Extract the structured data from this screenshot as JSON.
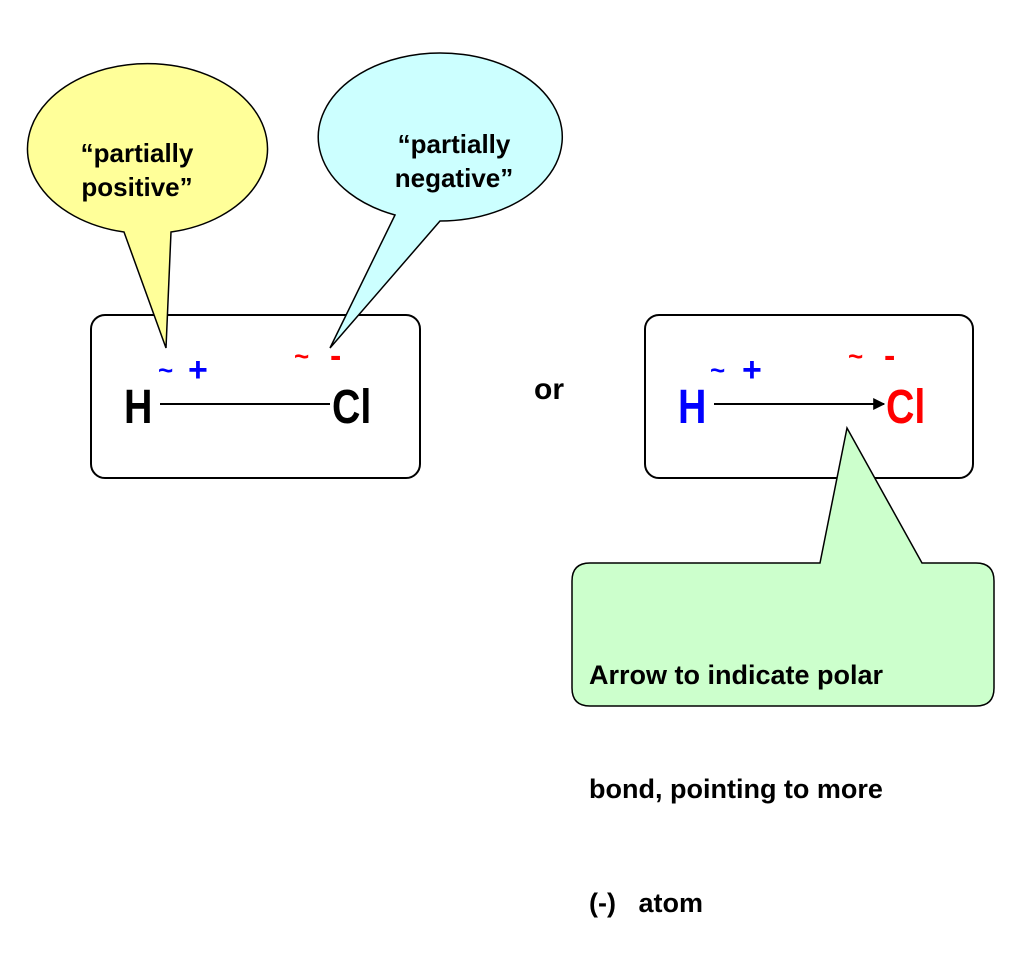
{
  "bubbles": {
    "positive": {
      "line1": "“partially",
      "line2": "positive”",
      "fill": "#ffff99"
    },
    "negative": {
      "line1": "“partially",
      "line2": "negative”",
      "fill": "#ccffff"
    }
  },
  "left_molecule": {
    "atom_h": "H",
    "atom_cl": "Cl",
    "delta_plus_tilde": "~",
    "delta_plus_sign": "+",
    "delta_minus_tilde": "~",
    "delta_minus_sign": "-"
  },
  "connector": "or",
  "right_molecule": {
    "atom_h": "H",
    "atom_cl": "Cl",
    "delta_plus_tilde": "~",
    "delta_plus_sign": "+",
    "delta_minus_tilde": "~",
    "delta_minus_sign": "-"
  },
  "note": {
    "line1": "Arrow to indicate polar",
    "line2": "bond, pointing to more",
    "line3": "(-)   atom",
    "fill": "#ccffcc"
  },
  "colors": {
    "positive": "#0000ff",
    "negative": "#ff0000",
    "neutral": "#000000"
  }
}
